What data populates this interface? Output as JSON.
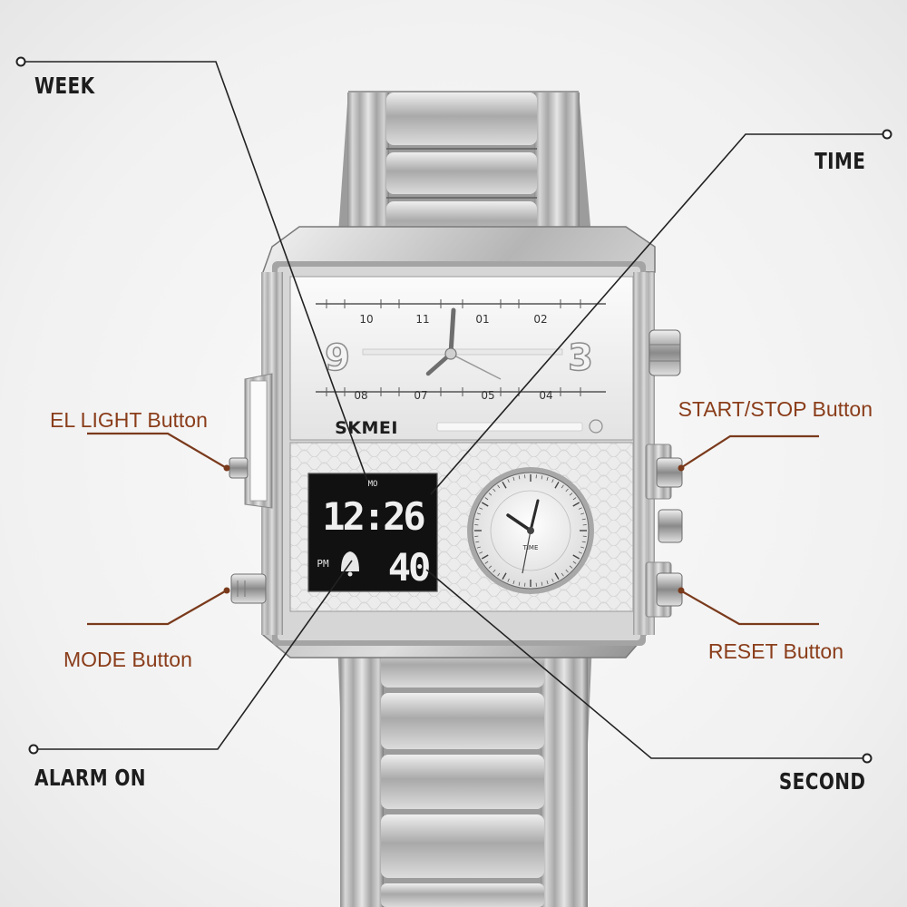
{
  "labels": {
    "week": "WEEK",
    "time": "TIME",
    "el_light": "EL LIGHT Button",
    "start_stop": "START/STOP Button",
    "mode": "MODE Button",
    "reset": "RESET Button",
    "alarm_on": "ALARM ON",
    "second": "SECOND"
  },
  "watch": {
    "brand": "SKMEI",
    "dial_left_numeral": "9",
    "dial_right_numeral": "3",
    "top_scale": [
      "10",
      "11",
      "01",
      "02"
    ],
    "bottom_scale": [
      "08",
      "07",
      "05",
      "04"
    ],
    "lcd_time": "12:26",
    "lcd_seconds": "40",
    "lcd_pm": "PM",
    "lcd_day": "MO",
    "subdial_label": "TIME"
  },
  "colors": {
    "label_dark": "#1d1d1d",
    "label_brown": "#8a3d1a",
    "leader_dark": "#222222",
    "leader_brown": "#7a3a1c",
    "steel": "#b9b9b9",
    "lcd": "#111111"
  }
}
